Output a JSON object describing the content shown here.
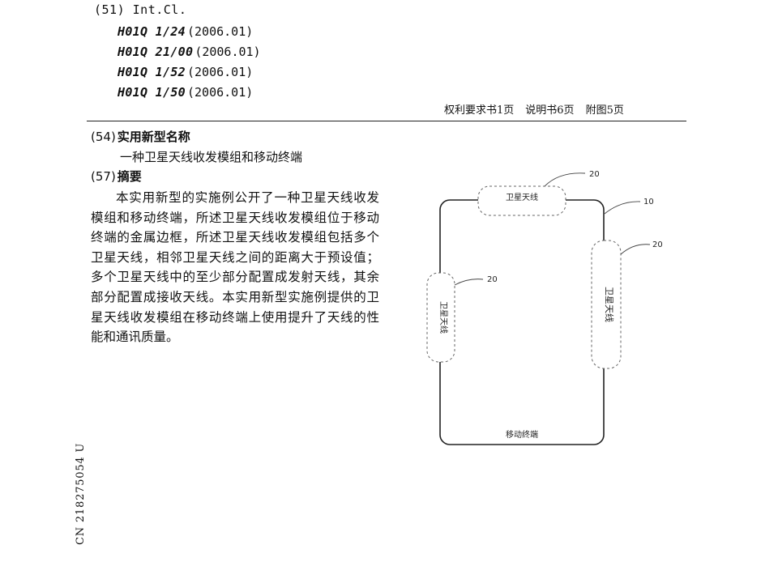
{
  "bibliographic": {
    "int_cl_label": "(51) Int.Cl.",
    "classifications": [
      {
        "code": "H01Q 1/24",
        "version": "(2006.01)"
      },
      {
        "code": "H01Q 21/00",
        "version": "(2006.01)"
      },
      {
        "code": "H01Q 1/52",
        "version": "(2006.01)"
      },
      {
        "code": "H01Q 1/50",
        "version": "(2006.01)"
      }
    ],
    "page_info": [
      "权利要求书1页",
      "说明书6页",
      "附图5页"
    ]
  },
  "title_section": {
    "number": "(54)",
    "heading": "实用新型名称",
    "name": "一种卫星天线收发模组和移动终端"
  },
  "abstract_section": {
    "number": "(57)",
    "heading": "摘要",
    "text": "本实用新型的实施例公开了一种卫星天线收发模组和移动终端，所述卫星天线收发模组位于移动终端的金属边框，所述卫星天线收发模组包括多个卫星天线，相邻卫星天线之间的距离大于预设值；多个卫星天线中的至少部分配置成发射天线，其余部分配置成接收天线。本实用新型实施例提供的卫星天线收发模组在移动终端上使用提升了天线的性能和通讯质量。"
  },
  "figure": {
    "terminal_label": "移动终端",
    "antenna_label": "卫星天线",
    "ref_terminal": "10",
    "ref_antenna_top": "20",
    "ref_antenna_right": "20",
    "ref_antenna_left": "20"
  },
  "side_identifier": "CN 218275054 U"
}
